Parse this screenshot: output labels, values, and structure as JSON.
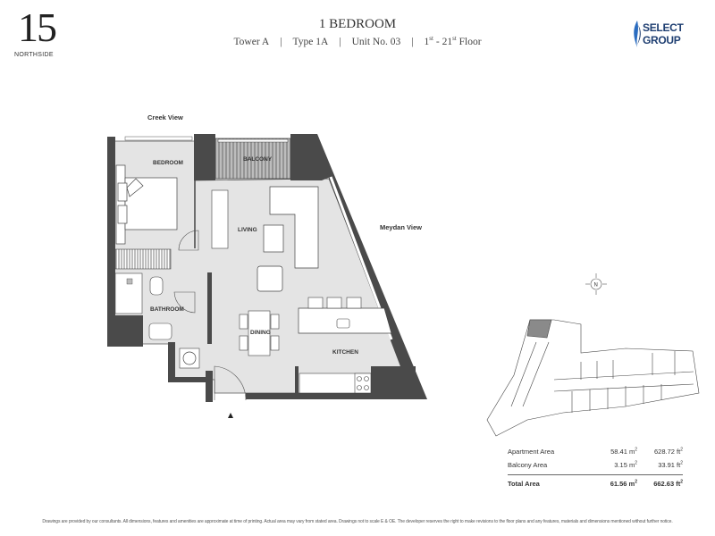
{
  "brand": {
    "logo_number": "15",
    "logo_subtitle": "NORTHSIDE",
    "developer_line1": "SELECT",
    "developer_line2": "GROUP"
  },
  "header": {
    "title": "1 BEDROOM",
    "tower": "Tower A",
    "type": "Type 1A",
    "unit": "Unit No. 03",
    "floor_from": "1",
    "floor_from_sup": "st",
    "floor_to": "21",
    "floor_to_sup": "st",
    "floor_suffix": "Floor",
    "separator": "|"
  },
  "plan": {
    "views": {
      "top": "Creek View",
      "right": "Meydan View"
    },
    "rooms": {
      "bedroom": "BEDROOM",
      "balcony": "BALCONY",
      "living": "LIVING",
      "bathroom": "BATHROOM",
      "dining": "DINING",
      "kitchen": "KITCHEN"
    },
    "compass_label": "N"
  },
  "area_table": {
    "rows": [
      {
        "label": "Apartment Area",
        "sqm": "58.41 m",
        "sqft": "628.72 ft"
      },
      {
        "label": "Balcony Area",
        "sqm": "3.15 m",
        "sqft": "33.91 ft"
      }
    ],
    "total": {
      "label": "Total Area",
      "sqm": "61.56 m",
      "sqft": "662.63 ft"
    },
    "sup": "2"
  },
  "footer": {
    "disclaimer": "Drawings are provided by our consultants. All dimensions, features and amenities are approximate at time of printing. Actual area may vary from stated area. Drawings not to scale E & OE. The developer reserves the right to make revisions to the floor plans and any features, materials and dimensions mentioned without further notice."
  },
  "colors": {
    "wall": "#4a4a4a",
    "floor": "#e4e4e4",
    "brand_blue": "#1f3f72",
    "highlight": "#8a8a8a"
  }
}
